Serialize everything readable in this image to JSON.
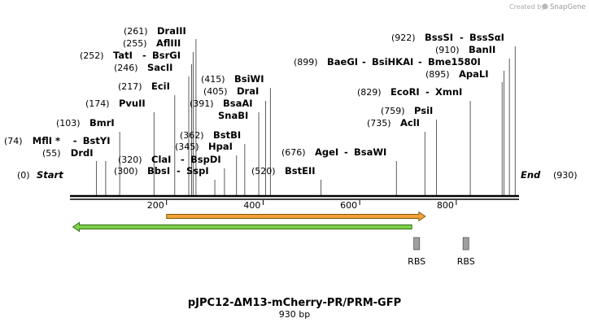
{
  "credit": {
    "prefix": "Created by",
    "brand": "SnapGene"
  },
  "map": {
    "length": 930,
    "title": "pJPC12-ΔM13-mCherry-PR/PRM-GFP",
    "subtitle": "930 bp",
    "start_label": "Start",
    "end_label": "End",
    "start_pos": "(0)",
    "end_pos": "(930)",
    "ticks": [
      "200",
      "400",
      "600",
      "800"
    ],
    "tick_values": [
      200,
      400,
      600,
      800
    ]
  },
  "sites": [
    {
      "pos": 74,
      "pos_text": "(74)",
      "names": [
        "MflI *",
        "BstYI"
      ]
    },
    {
      "pos": 55,
      "pos_text": "(55)",
      "names": [
        "DrdI"
      ]
    },
    {
      "pos": 103,
      "pos_text": "(103)",
      "names": [
        "BmrI"
      ]
    },
    {
      "pos": 174,
      "pos_text": "(174)",
      "names": [
        "PvuII"
      ]
    },
    {
      "pos": 217,
      "pos_text": "(217)",
      "names": [
        "EciI"
      ]
    },
    {
      "pos": 246,
      "pos_text": "(246)",
      "names": [
        "SacII"
      ]
    },
    {
      "pos": 252,
      "pos_text": "(252)",
      "names": [
        "TatI",
        "BsrGI"
      ]
    },
    {
      "pos": 255,
      "pos_text": "(255)",
      "names": [
        "AflIII"
      ]
    },
    {
      "pos": 261,
      "pos_text": "(261)",
      "names": [
        "DraIII"
      ]
    },
    {
      "pos": 320,
      "pos_text": "(320)",
      "names": [
        "ClaI",
        "BspDI"
      ]
    },
    {
      "pos": 300,
      "pos_text": "(300)",
      "names": [
        "BbsI",
        "SspI"
      ]
    },
    {
      "pos": 345,
      "pos_text": "(345)",
      "names": [
        "HpaI"
      ]
    },
    {
      "pos": 362,
      "pos_text": "(362)",
      "names": [
        "BstBI"
      ]
    },
    {
      "pos": 391,
      "pos_text": "(391)",
      "names": [
        "BsaAI"
      ]
    },
    {
      "pos": 391,
      "pos_text": "",
      "names": [
        "SnaBI"
      ]
    },
    {
      "pos": 405,
      "pos_text": "(405)",
      "names": [
        "DraI"
      ]
    },
    {
      "pos": 415,
      "pos_text": "(415)",
      "names": [
        "BsiWI"
      ]
    },
    {
      "pos": 520,
      "pos_text": "(520)",
      "names": [
        "BstEII"
      ]
    },
    {
      "pos": 676,
      "pos_text": "(676)",
      "names": [
        "AgeI",
        "BsaWI"
      ]
    },
    {
      "pos": 735,
      "pos_text": "(735)",
      "names": [
        "AclI"
      ]
    },
    {
      "pos": 759,
      "pos_text": "(759)",
      "names": [
        "PsiI"
      ]
    },
    {
      "pos": 829,
      "pos_text": "(829)",
      "names": [
        "EcoRI",
        "XmnI"
      ]
    },
    {
      "pos": 895,
      "pos_text": "(895)",
      "names": [
        "ApaLI"
      ]
    },
    {
      "pos": 899,
      "pos_text": "(899)",
      "names": [
        "BaeGI",
        "BsiHKAI",
        "Bme1580I"
      ]
    },
    {
      "pos": 910,
      "pos_text": "(910)",
      "names": [
        "BanII"
      ]
    },
    {
      "pos": 922,
      "pos_text": "(922)",
      "names": [
        "BssSI",
        "BssSαI"
      ]
    }
  ],
  "features": [
    {
      "name": "orange-arrow",
      "start": 200,
      "end": 736,
      "direction": "forward",
      "color": "#f2a23a",
      "outline": "#7a5a00"
    },
    {
      "name": "green-arrow",
      "start": 6,
      "end": 708,
      "direction": "reverse",
      "color": "#7fd24a",
      "outline": "#2f6b10"
    }
  ],
  "rbs": [
    {
      "label": "RBS",
      "start": 712,
      "end": 724,
      "color": "#a0a0a0"
    },
    {
      "label": "RBS",
      "start": 814,
      "end": 826,
      "color": "#a0a0a0"
    }
  ]
}
